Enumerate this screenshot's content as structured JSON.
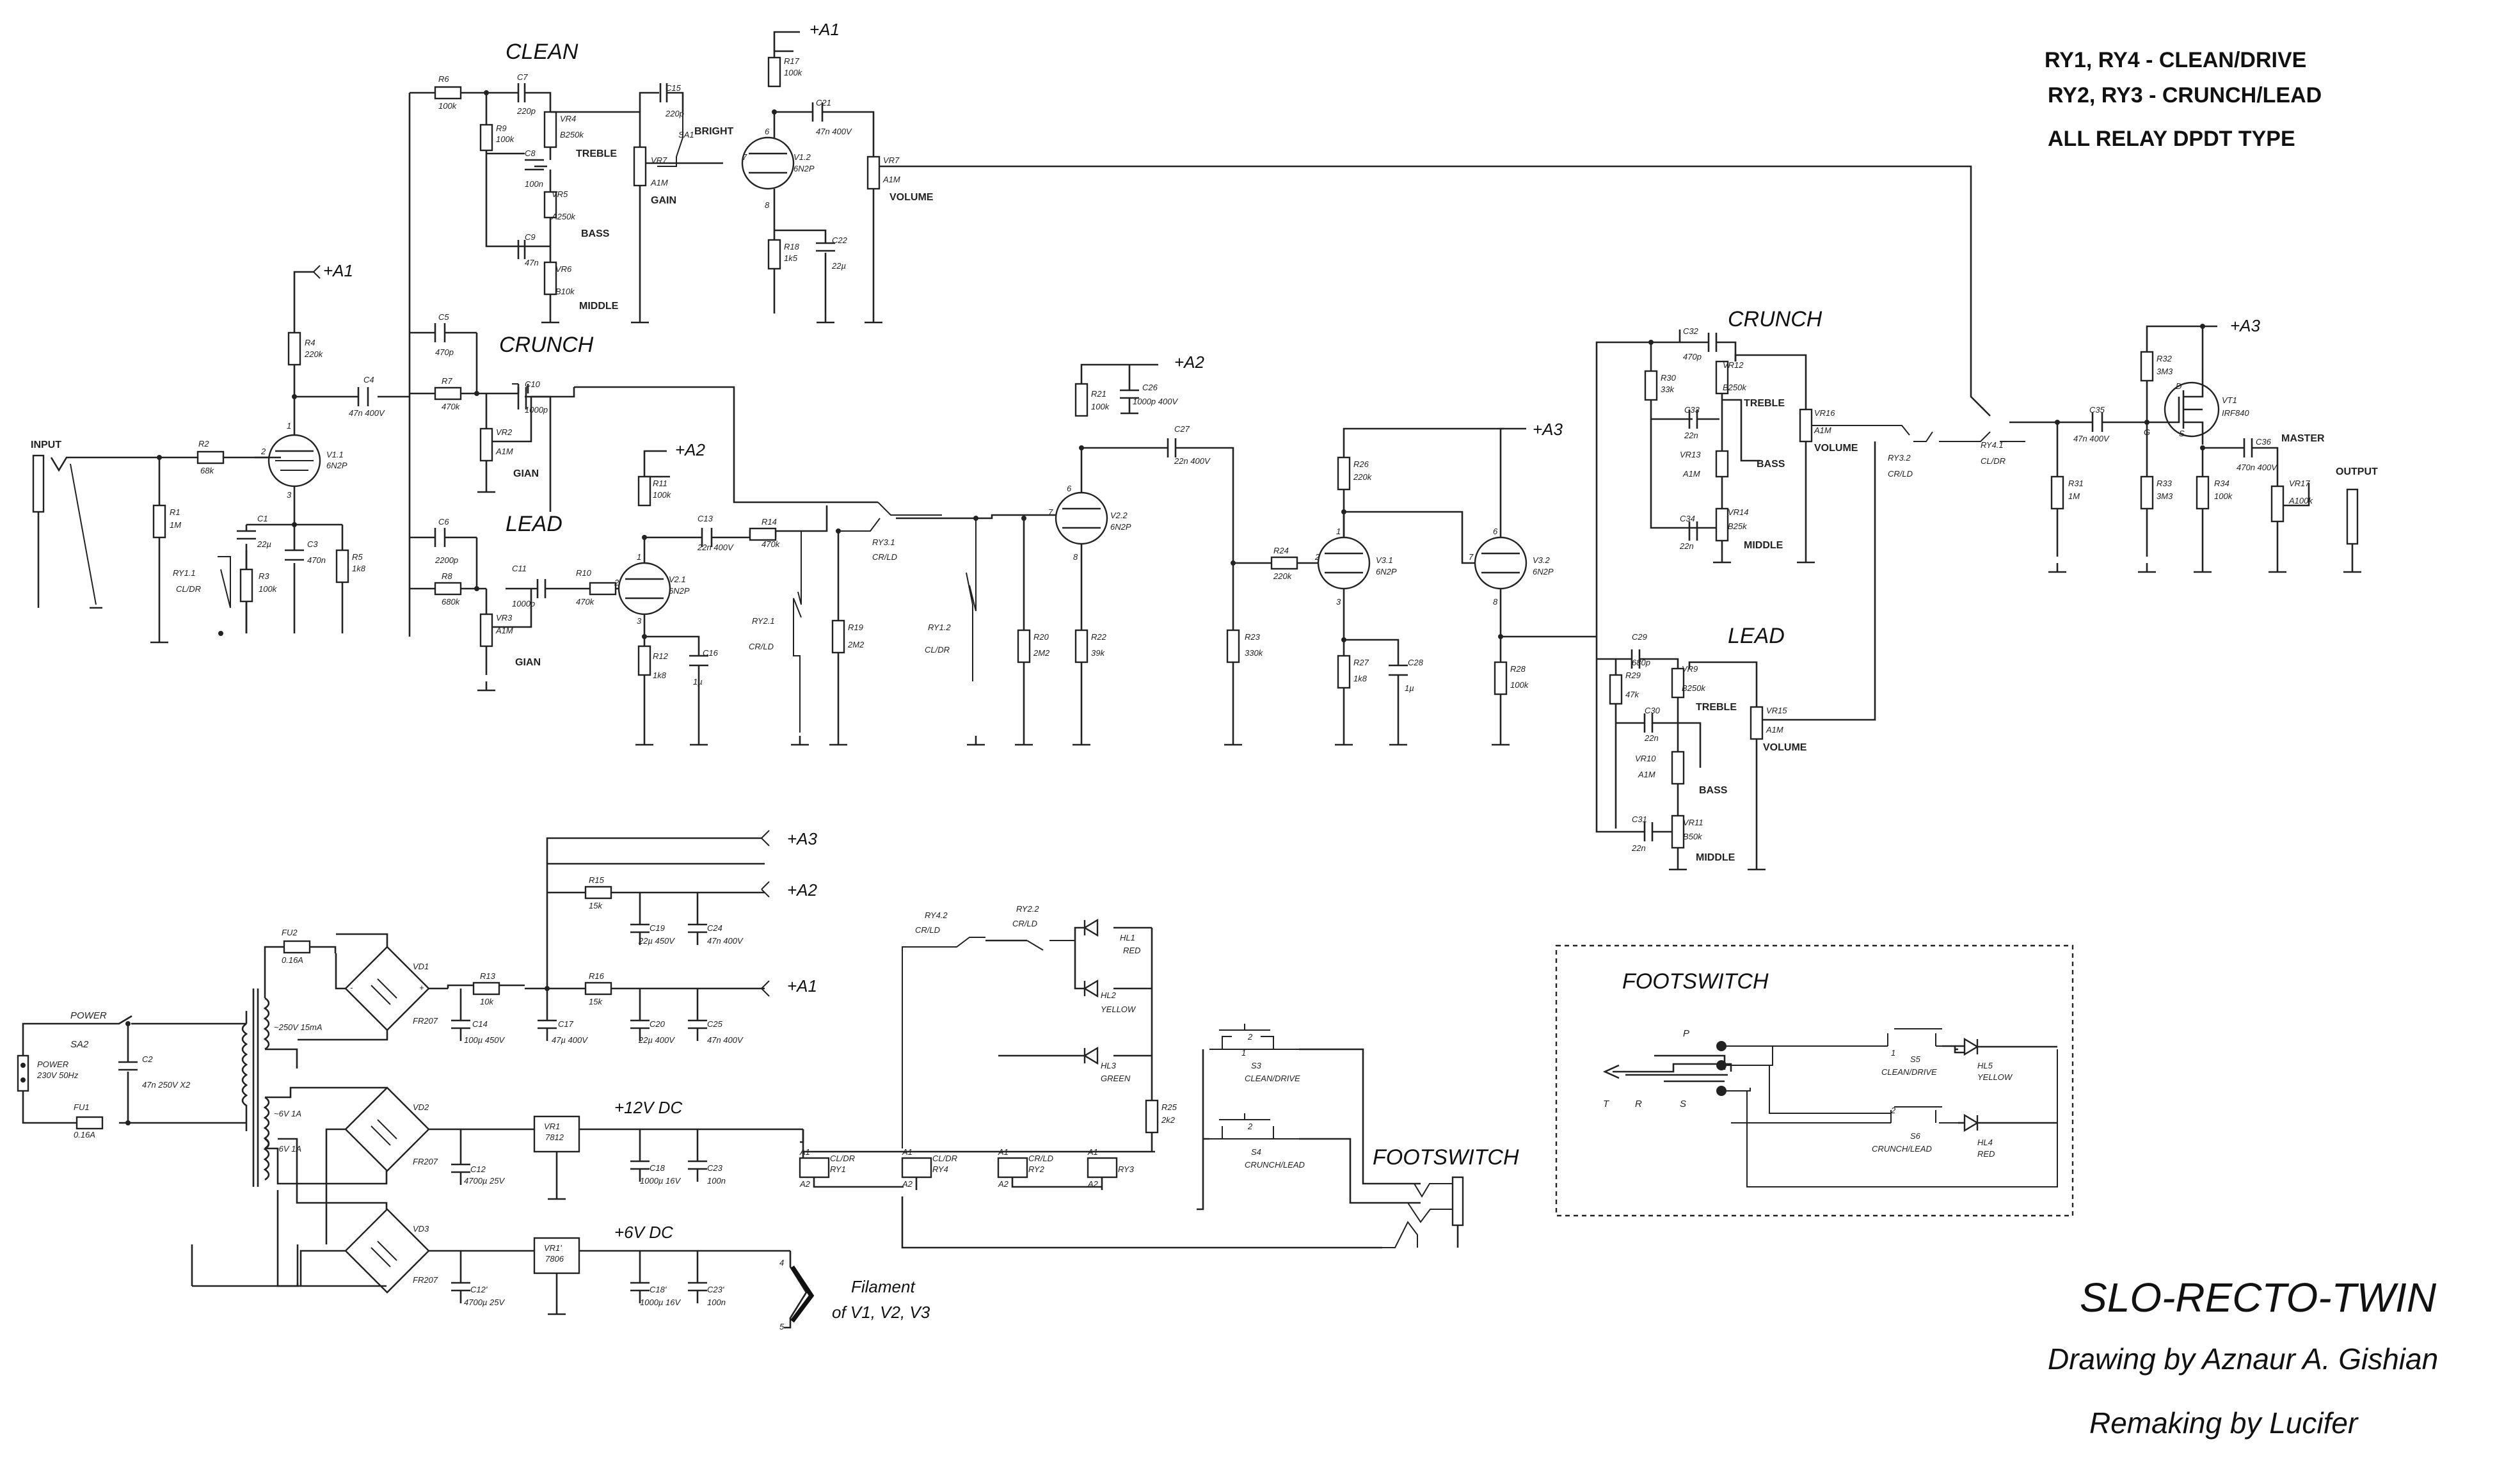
{
  "notes": [
    "RY1, RY4 - CLEAN/DRIVE",
    "RY2, RY3 - CRUNCH/LEAD",
    "ALL RELAY DPDT TYPE"
  ],
  "title": "SLO-RECTO-TWIN",
  "credit1": "Drawing by Aznaur A. Gishian",
  "credit2": "Remaking by Lucifer",
  "sections": {
    "clean": "CLEAN",
    "crunch": "CRUNCH",
    "lead": "LEAD",
    "crunch2": "CRUNCH",
    "lead2": "LEAD",
    "footswitch": "FOOTSWITCH",
    "footswitch_jack": "FOOTSWITCH"
  },
  "rails": {
    "a1": "+A1",
    "a2": "+A2",
    "a3": "+A3",
    "v12": "+12V DC",
    "v6": "+6V DC"
  },
  "labels": {
    "input": "INPUT",
    "output": "OUTPUT",
    "master": "MASTER",
    "treble": "TREBLE",
    "bass": "BASS",
    "middle": "MIDDLE",
    "gain": "GAIN",
    "gian": "GIAN",
    "volume": "VOLUME",
    "bright": "BRIGHT",
    "power": "POWER",
    "power_sw": "POWER",
    "mains": "230V 50Hz",
    "filament1": "Filament",
    "filament2": "of V1, V2, V3",
    "s3": "S3",
    "s3_label": "CLEAN/DRIVE",
    "s4": "S4",
    "s4_label": "CRUNCH/LEAD",
    "s5": "S5",
    "s5_label": "CLEAN/DRIVE",
    "s6": "S6",
    "s6_label": "CRUNCH/LEAD",
    "hl5": "HL5",
    "hl5_color": "YELLOW",
    "hl4": "HL4",
    "hl4_color": "RED",
    "hl1": "HL1",
    "hl1_color": "RED",
    "hl2": "HL2",
    "hl2_color": "YELLOW",
    "hl3": "HL3",
    "hl3_color": "GREEN",
    "trs_t": "T",
    "trs_r": "R",
    "trs_s": "S",
    "p": "P",
    "ry1": "RY1",
    "ry2": "RY2",
    "ry3": "RY3",
    "ry4": "RY4",
    "cldr": "CL/DR",
    "crld": "CR/LD",
    "vt1": "VT1",
    "irf": "IRF840",
    "g": "G",
    "d": "D",
    "s": "S"
  },
  "components": {
    "r1": [
      "R1",
      "1M"
    ],
    "r2": [
      "R2",
      "68k"
    ],
    "r3": [
      "R3",
      "100k"
    ],
    "r4": [
      "R4",
      "220k"
    ],
    "r5": [
      "R5",
      "1k8"
    ],
    "r6": [
      "R6",
      "100k"
    ],
    "r7": [
      "R7",
      "470k"
    ],
    "r8": [
      "R8",
      "680k"
    ],
    "r9": [
      "R9",
      "100k"
    ],
    "r10": [
      "R10",
      "470k"
    ],
    "r11": [
      "R11",
      "100k"
    ],
    "r12": [
      "R12",
      "1k8"
    ],
    "r13": [
      "R13",
      "10k"
    ],
    "r14": [
      "R14",
      "470k"
    ],
    "r15": [
      "R15",
      "15k"
    ],
    "r16": [
      "R16",
      "15k"
    ],
    "r17": [
      "R17",
      "100k"
    ],
    "r18": [
      "R18",
      "1k5"
    ],
    "r19": [
      "R19",
      "2M2"
    ],
    "r20": [
      "R20",
      "2M2"
    ],
    "r21": [
      "R21",
      "100k"
    ],
    "r22": [
      "R22",
      "39k"
    ],
    "r23": [
      "R23",
      "330k"
    ],
    "r24": [
      "R24",
      "220k"
    ],
    "r25": [
      "R25",
      "2k2"
    ],
    "r26": [
      "R26",
      "220k"
    ],
    "r27": [
      "R27",
      "1k8"
    ],
    "r28": [
      "R28",
      "100k"
    ],
    "r29": [
      "R29",
      "47k"
    ],
    "r30": [
      "R30",
      "33k"
    ],
    "r31": [
      "R31",
      "1M"
    ],
    "r32": [
      "R32",
      "3M3"
    ],
    "r33": [
      "R33",
      "3M3"
    ],
    "r34": [
      "R34",
      "100k"
    ],
    "c1": [
      "C1",
      "22µ"
    ],
    "c2": [
      "C2",
      "47n 250V X2"
    ],
    "c3": [
      "C3",
      "470n"
    ],
    "c4": [
      "C4",
      "47n 400V"
    ],
    "c5": [
      "C5",
      "470p"
    ],
    "c6": [
      "C6",
      "2200p"
    ],
    "c7": [
      "C7",
      "220p"
    ],
    "c8": [
      "C8",
      "100n"
    ],
    "c9": [
      "C9",
      "47n"
    ],
    "c10": [
      "C10",
      "1000p"
    ],
    "c11": [
      "C11",
      "1000p"
    ],
    "c12": [
      "C12",
      "4700µ 25V"
    ],
    "c12b": [
      "C12'",
      "4700µ 25V"
    ],
    "c13": [
      "C13",
      "22n 400V"
    ],
    "c14": [
      "C14",
      "100µ 450V"
    ],
    "c15": [
      "C15",
      "220p"
    ],
    "c16": [
      "C16",
      "1µ"
    ],
    "c17": [
      "C17",
      "47µ 400V"
    ],
    "c18": [
      "C18",
      "1000µ 16V"
    ],
    "c18b": [
      "C18'",
      "1000µ 16V"
    ],
    "c19": [
      "C19",
      "22µ 450V"
    ],
    "c20": [
      "C20",
      "22µ 400V"
    ],
    "c21": [
      "C21",
      "47n 400V"
    ],
    "c22": [
      "C22",
      "22µ"
    ],
    "c23": [
      "C23",
      "100n"
    ],
    "c23b": [
      "C23'",
      "100n"
    ],
    "c24": [
      "C24",
      "47n 400V"
    ],
    "c25": [
      "C25",
      "47n 400V"
    ],
    "c26": [
      "C26",
      "1000p 400V"
    ],
    "c27": [
      "C27",
      "22n 400V"
    ],
    "c28": [
      "C28",
      "1µ"
    ],
    "c29": [
      "C29",
      "680p"
    ],
    "c30": [
      "C30",
      "22n"
    ],
    "c31": [
      "C31",
      "22n"
    ],
    "c32": [
      "C32",
      "470p"
    ],
    "c33": [
      "C33",
      "22n"
    ],
    "c34": [
      "C34",
      "22n"
    ],
    "c35": [
      "C35",
      "47n 400V"
    ],
    "c36": [
      "C36",
      "470n 400V"
    ],
    "vr2": [
      "VR2",
      "A1M"
    ],
    "vr3": [
      "VR3",
      "A1M"
    ],
    "vr4": [
      "VR4",
      "B250k"
    ],
    "vr5": [
      "VR5",
      "A250k"
    ],
    "vr6": [
      "VR6",
      "B10k"
    ],
    "vr7a": [
      "VR7",
      "A1M"
    ],
    "vr7b": [
      "VR7",
      "A1M"
    ],
    "vr9": [
      "VR9",
      "B250k"
    ],
    "vr10": [
      "VR10",
      "A1M"
    ],
    "vr11": [
      "VR11",
      "B50k"
    ],
    "vr12": [
      "VR12",
      "B250k"
    ],
    "vr13": [
      "VR13",
      "A1M"
    ],
    "vr14": [
      "VR14",
      "B25k"
    ],
    "vr15": [
      "VR15",
      "A1M"
    ],
    "vr16": [
      "VR16",
      "A1M"
    ],
    "vr17": [
      "VR17",
      "A100k"
    ],
    "v11": [
      "V1.1",
      "6N2P"
    ],
    "v12": [
      "V1.2",
      "6N2P"
    ],
    "v21": [
      "V2.1",
      "6N2P"
    ],
    "v22": [
      "V2.2",
      "6N2P"
    ],
    "v31": [
      "V3.1",
      "6N2P"
    ],
    "v32": [
      "V3.2",
      "6N2P"
    ],
    "vd1": [
      "VD1",
      "FR207"
    ],
    "vd2": [
      "VD2",
      "FR207"
    ],
    "vd3": [
      "VD3",
      "FR207"
    ],
    "vr1": [
      "VR1",
      "7812"
    ],
    "vr1b": [
      "VR1'",
      "7806"
    ],
    "fu1": [
      "FU1",
      "0.16A"
    ],
    "fu2": [
      "FU2",
      "0.16A"
    ],
    "ry11": [
      "RY1.1",
      "CL/DR"
    ],
    "ry21": [
      "RY2.1",
      "CR/LD"
    ],
    "ry12": [
      "RY1.2",
      "CL/DR"
    ],
    "ry31": [
      "RY3.1",
      "CR/LD"
    ],
    "ry32": [
      "RY3.2",
      "CR/LD"
    ],
    "ry41": [
      "RY4.1",
      "CL/DR"
    ],
    "ry42": [
      "RY4.2",
      "CR/LD"
    ],
    "ry22": [
      "RY2.2",
      "CR/LD"
    ],
    "sa1": [
      "SA1",
      ""
    ],
    "sa2": [
      "SA2",
      ""
    ],
    "tr1": [
      "~250V 15mA",
      ""
    ],
    "tr2": [
      "~6V 1A",
      ""
    ],
    "tr3": [
      "~6V 1A",
      ""
    ]
  }
}
